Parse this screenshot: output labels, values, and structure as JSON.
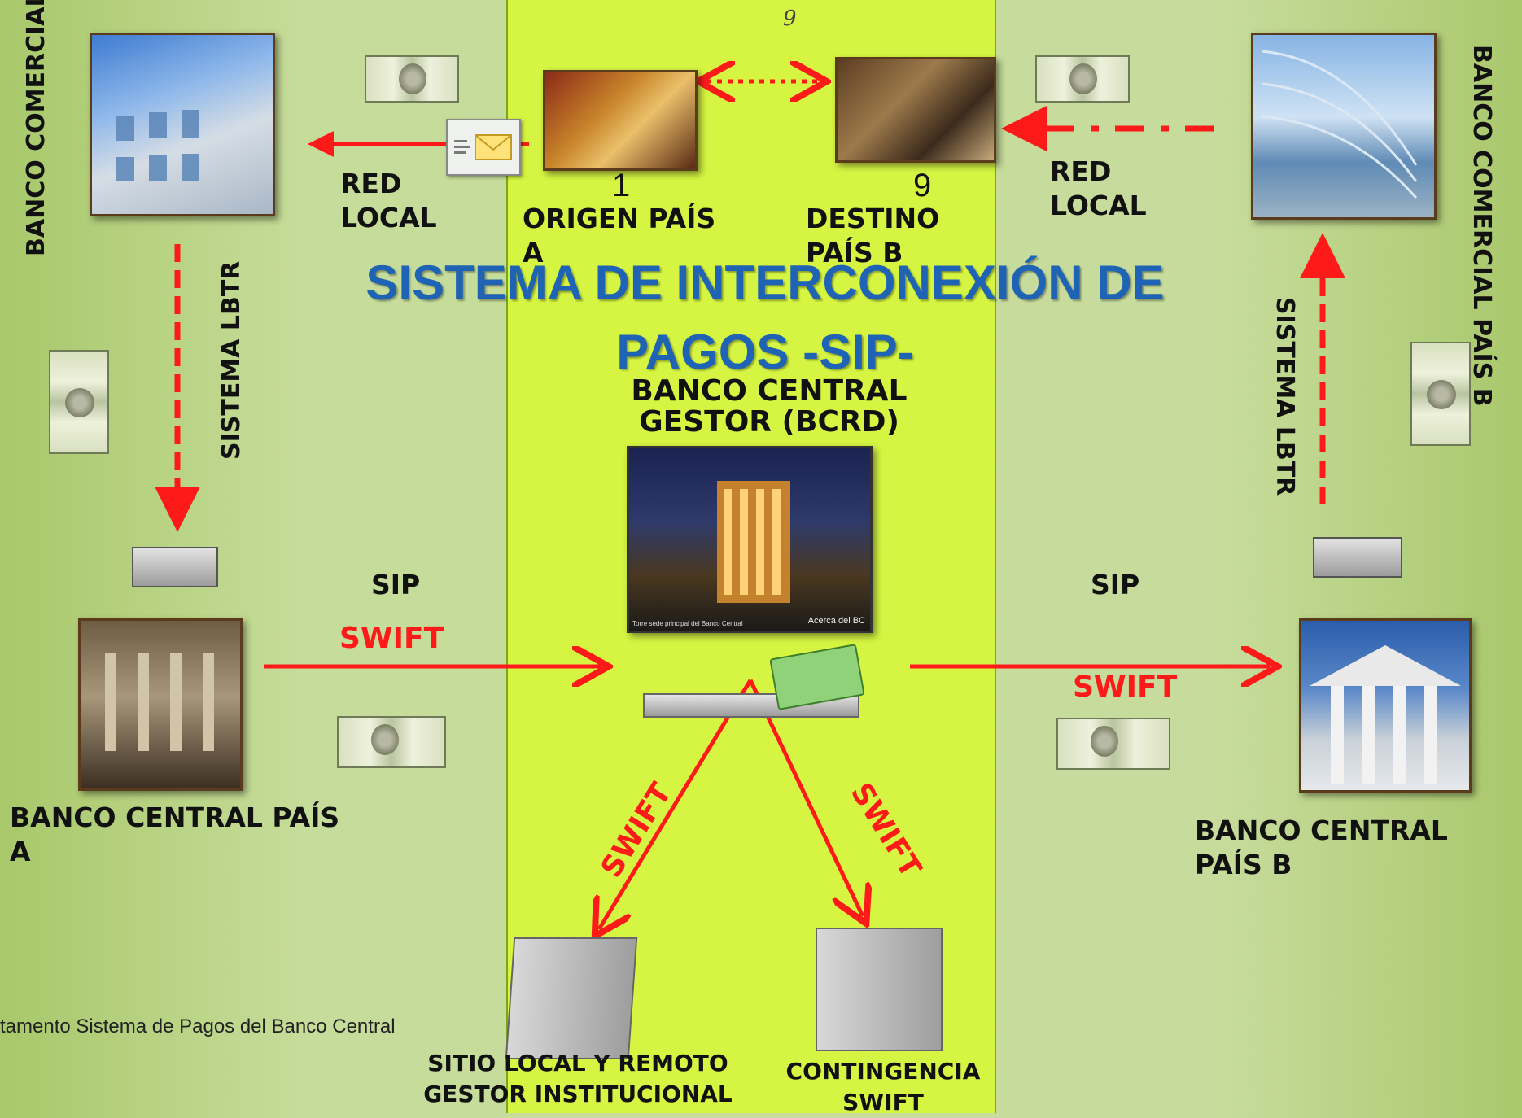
{
  "page_number": "9",
  "title_line1": "SISTEMA DE INTERCONEXIÓN DE",
  "title_line2": "PAGOS -SIP-",
  "footer": "tamento Sistema de Pagos del Banco Central",
  "nodes": {
    "bank_a": "BANCO COMERCIAL PAÍS  A",
    "bank_b": "BANCO COMERCIAL PAÍS  B",
    "origin_label": "ORIGEN PAÍS A",
    "origin_num": "1",
    "dest_label": "DESTINO PAÍS B",
    "dest_num": "9",
    "central_gestor_line1": "BANCO CENTRAL",
    "central_gestor_line2": "GESTOR  (BCRD)",
    "photo_caption_left": "Torre sede principal del Banco Central",
    "photo_caption_right": "Acerca del BC",
    "central_a": "BANCO CENTRAL PAÍS A",
    "central_b": "BANCO CENTRAL PAÍS B",
    "local_site": "SITIO LOCAL Y REMOTO GESTOR INSTITUCIONAL",
    "contingency": "CONTINGENCIA SWIFT"
  },
  "edges": {
    "red_local_left": "RED LOCAL",
    "red_local_right": "RED LOCAL",
    "lbtr_left": "SISTEMA LBTR",
    "lbtr_right": "SISTEMA LBTR",
    "sip_left": "SIP",
    "sip_right": "SIP",
    "swift_left": "SWIFT",
    "swift_right": "SWIFT",
    "swift_down_left": "SWIFT",
    "swift_down_right": "SWIFT"
  }
}
